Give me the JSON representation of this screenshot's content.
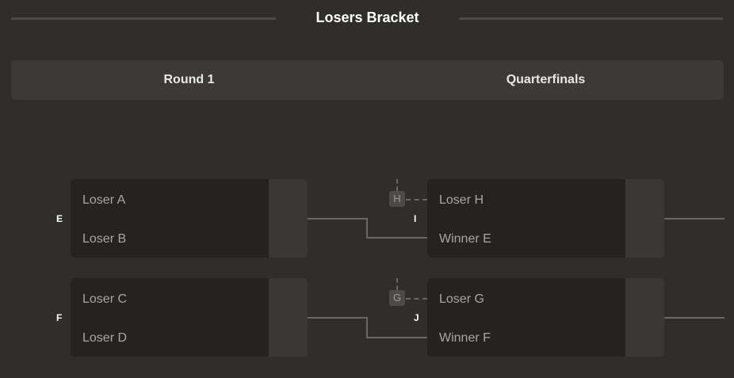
{
  "title": "Losers Bracket",
  "rounds": [
    "Round 1",
    "Quarterfinals"
  ],
  "matches": {
    "E": {
      "label": "E",
      "slots": [
        "Loser A",
        "Loser B"
      ]
    },
    "F": {
      "label": "F",
      "slots": [
        "Loser C",
        "Loser D"
      ]
    },
    "I": {
      "label": "I",
      "badge": "H",
      "slots": [
        "Loser H",
        "Winner E"
      ]
    },
    "J": {
      "label": "J",
      "badge": "G",
      "slots": [
        "Loser G",
        "Winner F"
      ]
    }
  }
}
